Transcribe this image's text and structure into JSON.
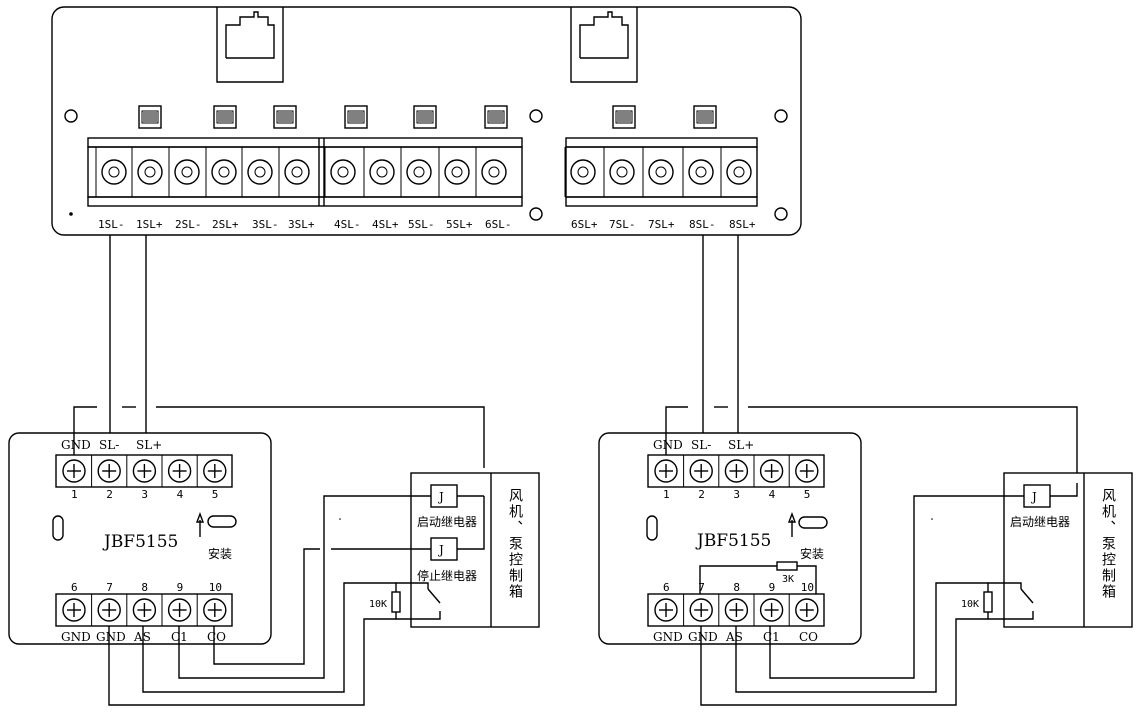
{
  "panel": {
    "terminal_labels": [
      "1SL-",
      "1SL+",
      "2SL-",
      "2SL+",
      "3SL-",
      "3SL+",
      "4SL-",
      "4SL+",
      "5SL-",
      "5SL+",
      "6SL-",
      "6SL+",
      "7SL-",
      "7SL+",
      "8SL-",
      "8SL+"
    ]
  },
  "modules": [
    {
      "model": "JBF5155",
      "install_label": "安装",
      "top_labels": [
        "GND",
        "SL-",
        "SL+"
      ],
      "top_numbers": [
        "1",
        "2",
        "3",
        "4",
        "5"
      ],
      "bottom_numbers": [
        "6",
        "7",
        "8",
        "9",
        "10"
      ],
      "bottom_labels": [
        "GND",
        "GND",
        "AS",
        "C1",
        "CO"
      ],
      "control_box": {
        "title": "风机、泵控制箱",
        "relays": [
          {
            "symbol": "J",
            "label": "启动继电器"
          },
          {
            "symbol": "J",
            "label": "停止继电器"
          }
        ],
        "resistor": "10K"
      }
    },
    {
      "model": "JBF5155",
      "install_label": "安装",
      "top_labels": [
        "GND",
        "SL-",
        "SL+"
      ],
      "top_numbers": [
        "1",
        "2",
        "3",
        "4",
        "5"
      ],
      "bottom_numbers": [
        "6",
        "7",
        "8",
        "9",
        "10"
      ],
      "bottom_labels": [
        "GND",
        "GND",
        "AS",
        "C1",
        "CO"
      ],
      "internal_resistor": "3K",
      "control_box": {
        "title": "风机、泵控制箱",
        "relays": [
          {
            "symbol": "J",
            "label": "启动继电器"
          }
        ],
        "resistor": "10K"
      }
    }
  ]
}
